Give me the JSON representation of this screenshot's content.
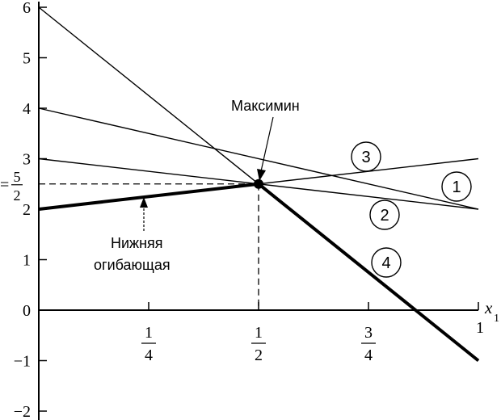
{
  "chart_data": {
    "type": "line",
    "xlabel": "x",
    "xlabel_sub": "1",
    "xlim": [
      0,
      1
    ],
    "ylim": [
      -2,
      6
    ],
    "y_ticks": [
      -2,
      -1,
      0,
      1,
      2,
      3,
      4,
      5,
      6
    ],
    "x_ticks": [
      {
        "value": 0.25,
        "num": "1",
        "den": "4"
      },
      {
        "value": 0.5,
        "num": "1",
        "den": "2"
      },
      {
        "value": 0.75,
        "num": "3",
        "den": "4"
      },
      {
        "value": 1,
        "label": "1"
      }
    ],
    "y_special_tick": {
      "value": 2.5,
      "prefix": "=",
      "num": "5",
      "den": "2"
    },
    "series": [
      {
        "name": "1",
        "x": [
          0,
          1
        ],
        "y": [
          4,
          2
        ]
      },
      {
        "name": "2",
        "x": [
          0,
          1
        ],
        "y": [
          3,
          2
        ]
      },
      {
        "name": "3",
        "x": [
          0,
          1
        ],
        "y": [
          2,
          3
        ]
      },
      {
        "name": "4",
        "x": [
          0,
          1
        ],
        "y": [
          6,
          -1
        ]
      }
    ],
    "lower_envelope": {
      "x": [
        0,
        0.5,
        1
      ],
      "y": [
        2,
        2.5,
        -1
      ]
    },
    "maximin_point": {
      "x": 0.5,
      "y": 2.5
    },
    "annotations": {
      "maximin": "Максимин",
      "envelope_line1": "Нижняя",
      "envelope_line2": "огибающая"
    },
    "grid": false,
    "legend": "circled labels near lines"
  }
}
